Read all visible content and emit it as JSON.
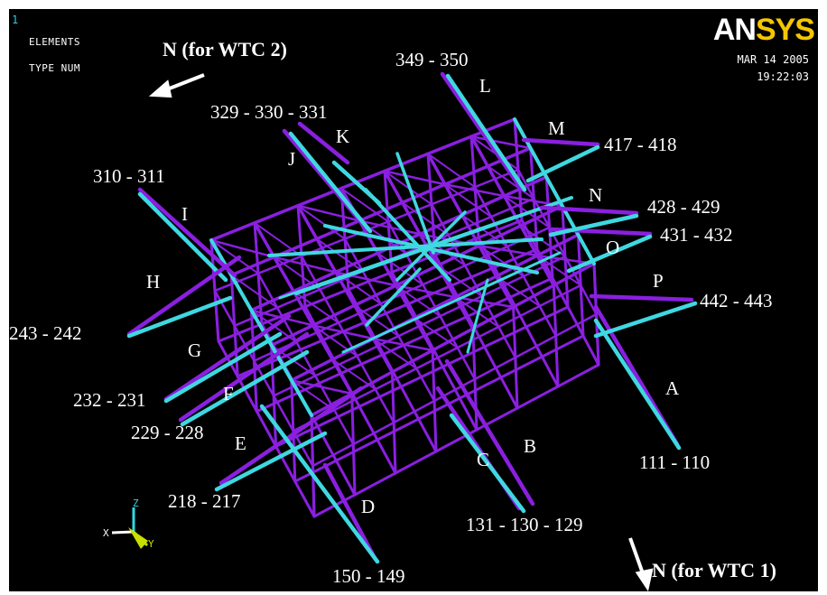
{
  "window_number": "1",
  "header_lines": [
    "ELEMENTS",
    "TYPE NUM"
  ],
  "logo": {
    "part1": "AN",
    "part2": "SYS"
  },
  "date": "MAR 14 2005",
  "time": "19:22:03",
  "north_labels": {
    "wtc2": "N (for WTC 2)",
    "wtc1": "N (for WTC 1)"
  },
  "letter_labels": [
    "A",
    "B",
    "C",
    "D",
    "E",
    "F",
    "G",
    "H",
    "I",
    "J",
    "K",
    "L",
    "M",
    "N",
    "O",
    "P"
  ],
  "number_labels": {
    "ab_110": "111 - 110",
    "bc_129": "131 - 130 - 129",
    "d_149": "150 - 149",
    "e_217": "218 - 217",
    "f_228": "229 - 228",
    "g_231": "232 - 231",
    "h_242": "243 - 242",
    "i_311": "310 - 311",
    "jk_331": "329 - 330 - 331",
    "l_350": "349 - 350",
    "m_418": "417 - 418",
    "n_429": "428 - 429",
    "o_432": "431 - 432",
    "p_443": "442 - 443"
  },
  "triad": {
    "x": "X",
    "y": "Y",
    "z": "Z"
  },
  "colors": {
    "purple": "#8a1fe0",
    "cyan": "#3fd8e0",
    "background": "#000000"
  }
}
